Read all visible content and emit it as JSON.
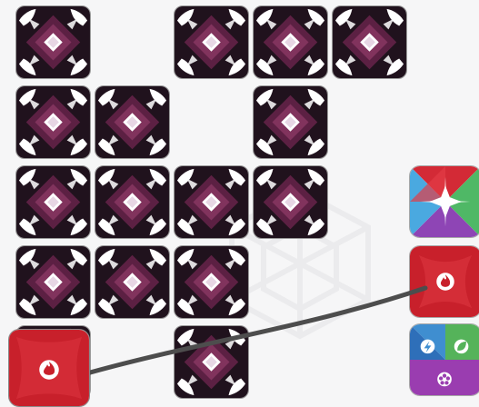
{
  "board": {
    "grid": [
      [
        1,
        0,
        1,
        1,
        1
      ],
      [
        1,
        1,
        0,
        1,
        0
      ],
      [
        1,
        1,
        1,
        1,
        0
      ],
      [
        1,
        1,
        1,
        0,
        0
      ],
      [
        2,
        0,
        1,
        0,
        0
      ]
    ],
    "colors": {
      "card_back_dark": "#20121d",
      "card_back_glow": "#8e2c62",
      "card_back_petal": "#ffffff",
      "fire": "#cc1f29",
      "water": "#47a7dd",
      "nature": "#5cb25a",
      "psychic": "#9d3fb1",
      "link_line": "#4d4d4d"
    }
  },
  "active_card": {
    "element": "fire",
    "icon": "flame-icon"
  },
  "side_cards": [
    {
      "name": "multi-element-card",
      "icons": [
        "star-burst-icon"
      ]
    },
    {
      "name": "fire-element-card",
      "icons": [
        "flame-icon"
      ]
    },
    {
      "name": "tri-element-card",
      "icons": [
        "lightning-icon",
        "leaf-icon",
        "psychic-flower-icon"
      ]
    }
  ]
}
